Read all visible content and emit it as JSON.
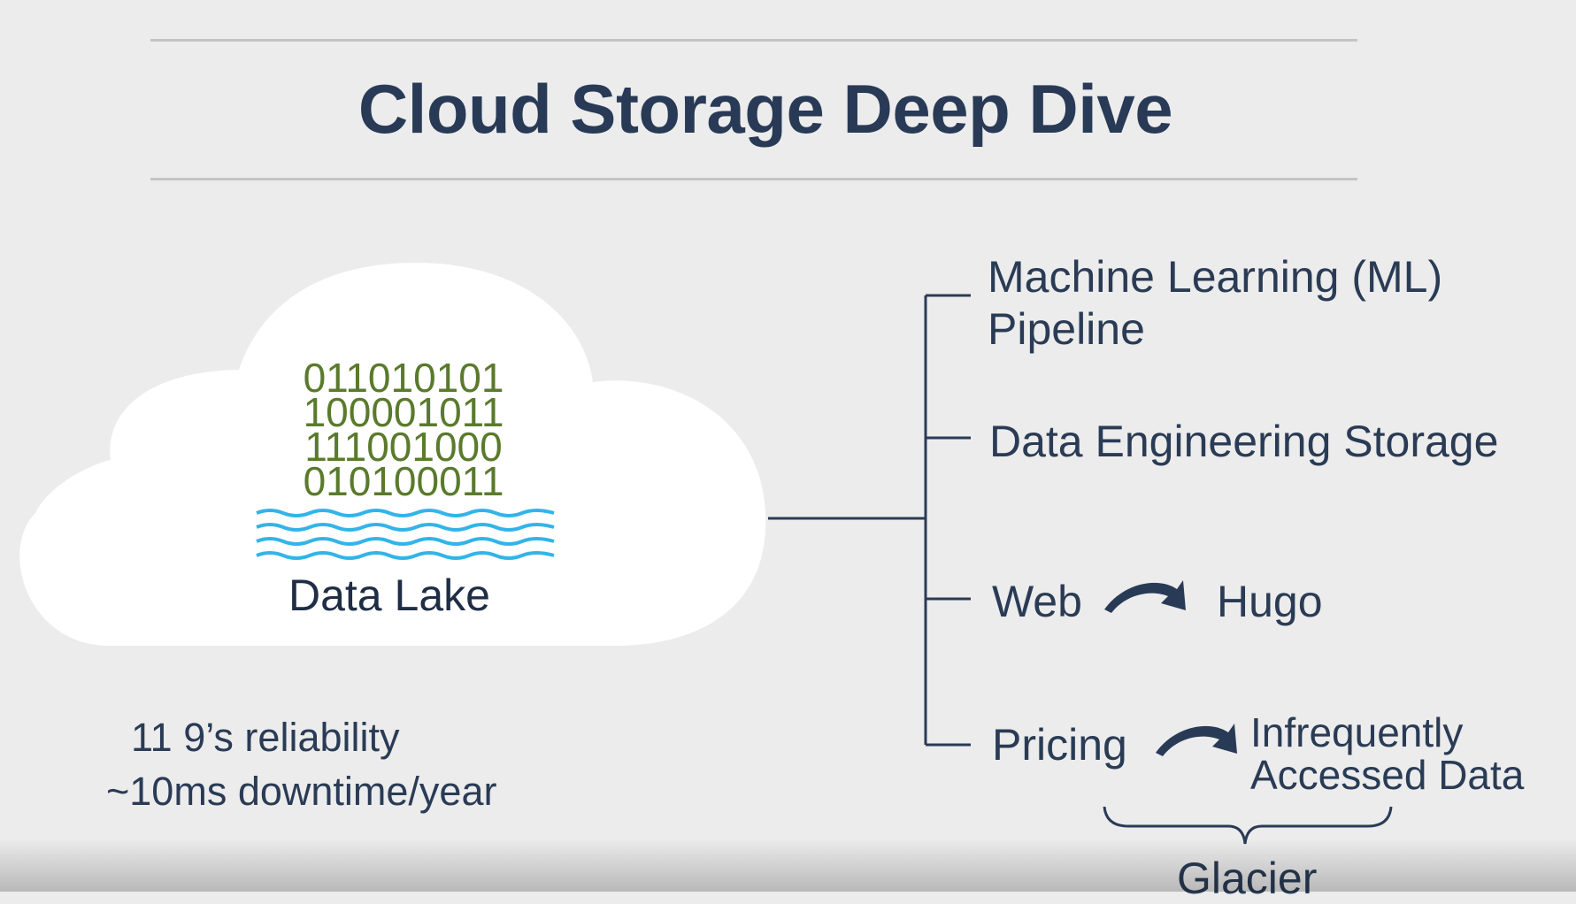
{
  "slide": {
    "title": "Cloud Storage Deep Dive",
    "binary_rows": [
      "011010101",
      "100001011",
      "111001000",
      "010100011"
    ],
    "lake_label": "Data Lake",
    "stats": [
      "11 9’s reliability",
      "~10ms downtime/year"
    ],
    "branches": {
      "ml_line1": "Machine Learning (ML)",
      "ml_line2": "Pipeline",
      "data_engineering": "Data Engineering Storage",
      "web": "Web",
      "hugo": "Hugo",
      "pricing": "Pricing",
      "infrequent_line1": "Infrequently",
      "infrequent_line2": "Accessed Data",
      "glacier": "Glacier"
    },
    "colors": {
      "background": "#ececec",
      "title": "#283a56",
      "text": "#2a3b55",
      "binary": "#5a7a2c",
      "water": "#33b4e8",
      "cloud": "#ffffff"
    },
    "icons": [
      "cloud-icon",
      "water-waves-icon",
      "curved-arrow-icon",
      "curly-brace-icon"
    ]
  }
}
